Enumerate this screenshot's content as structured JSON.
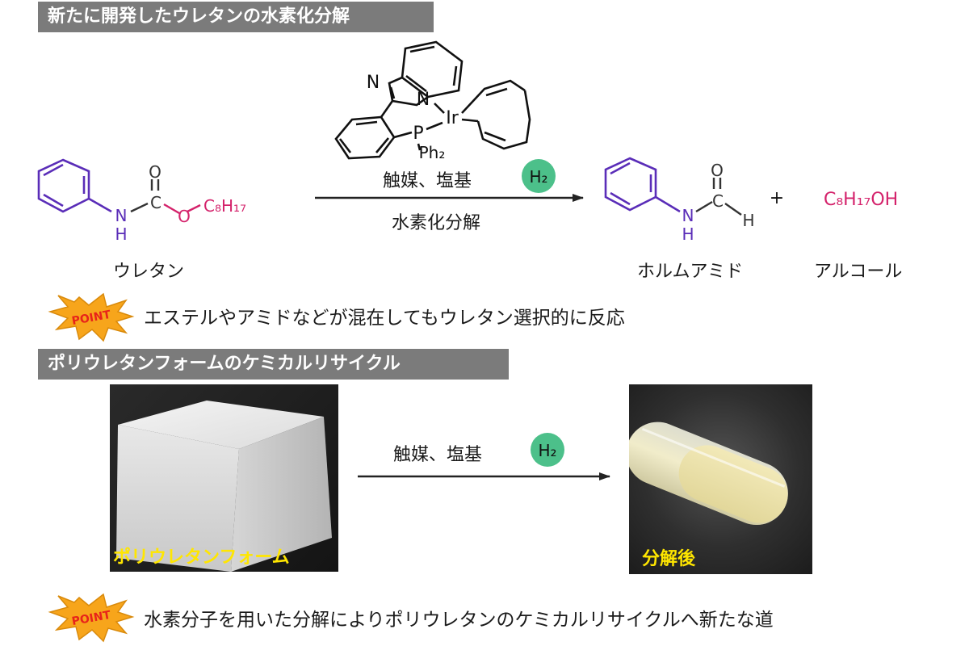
{
  "sections": [
    {
      "title": "新たに開発したウレタンの水素化分解"
    },
    {
      "title": "ポリウレタンフォームのケミカルリサイクル"
    }
  ],
  "reaction1": {
    "catalyst_atoms": {
      "n1": "N",
      "n2": "N",
      "ir": "Ir",
      "p": "P",
      "ph2": "Ph₂"
    },
    "conditions_above": "触媒、塩基",
    "h2_badge": "H₂",
    "conditions_below": "水素化分解",
    "reactant": {
      "label": "ウレタン",
      "atoms": {
        "o_top": "O",
        "c": "C",
        "n": "N",
        "h": "H",
        "o": "O",
        "chain": "C₈H₁₇"
      }
    },
    "product1": {
      "label": "ホルムアミド",
      "atoms": {
        "o_top": "O",
        "c": "C",
        "n": "N",
        "h_n": "H",
        "h_c": "H"
      }
    },
    "plus": "+",
    "product2": {
      "formula": "C₈H₁₇OH",
      "label": "アルコール"
    }
  },
  "point1": {
    "badge": "POINT",
    "text": "エステルやアミドなどが混在してもウレタン選択的に反応"
  },
  "reaction2": {
    "conditions_above": "触媒、塩基",
    "h2_badge": "H₂",
    "foam_caption": "ポリウレタンフォーム",
    "tube_caption": "分解後"
  },
  "point2": {
    "badge": "POINT",
    "text": "水素分子を用いた分解によりポリウレタンのケミカルリサイクルへ新たな道"
  },
  "colors": {
    "banner": "#7b7b7b",
    "phenyl_purple": "#5a2db8",
    "chain_pink": "#d4226b",
    "h2_green": "#4cc08a",
    "point_badge_orange": "#f7a51b",
    "caption_yellow": "#ffe600"
  }
}
